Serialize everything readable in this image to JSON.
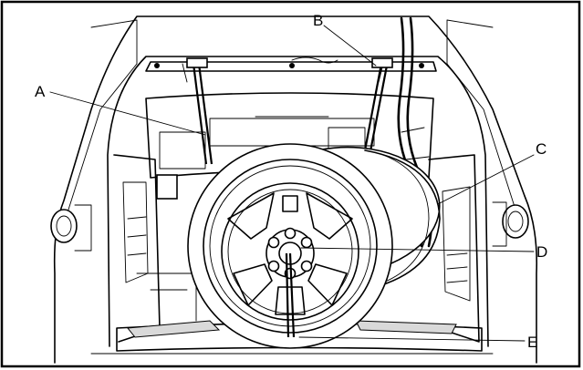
{
  "figure": {
    "callouts": [
      {
        "id": "A",
        "label": "A"
      },
      {
        "id": "B",
        "label": "B"
      },
      {
        "id": "C",
        "label": "C"
      },
      {
        "id": "D",
        "label": "D"
      },
      {
        "id": "E",
        "label": "E"
      }
    ]
  }
}
